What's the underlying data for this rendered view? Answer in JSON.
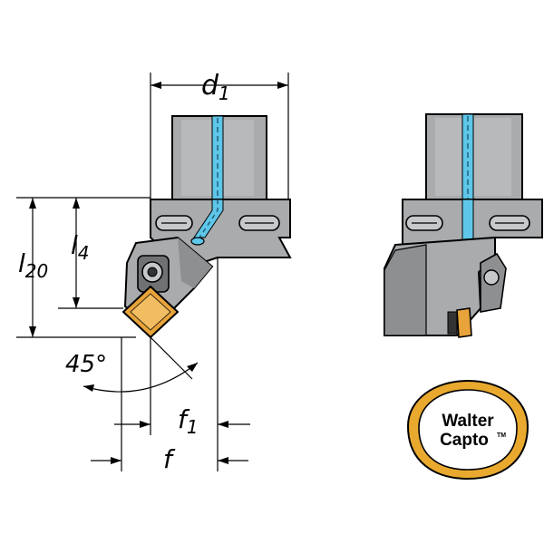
{
  "labels": {
    "d1": {
      "main": "d",
      "sub": "1"
    },
    "l20": {
      "main": "l",
      "sub": "20"
    },
    "l4": {
      "main": "l",
      "sub": "4"
    },
    "angle": "45°",
    "f1": {
      "main": "f",
      "sub": "1"
    },
    "f": "f"
  },
  "logo": {
    "line1": "Walter",
    "line2": "Capto",
    "mark": "TM"
  },
  "colors": {
    "body": "#a9abad",
    "body_dark": "#8d8f91",
    "body_light": "#c6c8ca",
    "coolant": "#5ec6e8",
    "insert": "#e8a33a",
    "logo_ring": "#e9a92f",
    "outline": "#000000"
  },
  "icons": {
    "logo": "walter-capto-logo"
  }
}
